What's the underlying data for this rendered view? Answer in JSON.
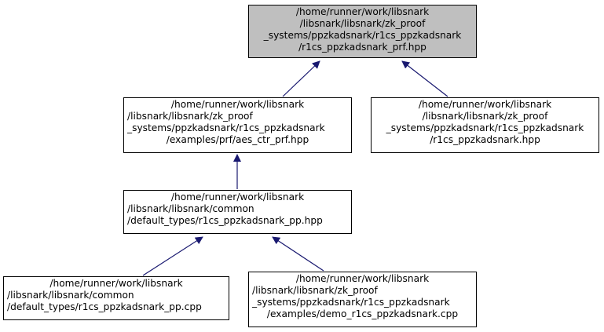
{
  "diagram": {
    "type": "include-dependency-graph",
    "edge_color": "#191970",
    "root_fill": "#bfbfbf",
    "nodes": [
      {
        "id": "prf_hpp",
        "lines": [
          "/home/runner/work/libsnark",
          "/libsnark/libsnark/zk_proof",
          "_systems/ppzkadsnark/r1cs_ppzkadsnark",
          "/r1cs_ppzkadsnark_prf.hpp"
        ],
        "highlighted": true
      },
      {
        "id": "aes_ctr_prf_hpp",
        "lines": [
          "/home/runner/work/libsnark",
          "/libsnark/libsnark/zk_proof",
          "_systems/ppzkadsnark/r1cs_ppzkadsnark",
          "/examples/prf/aes_ctr_prf.hpp"
        ],
        "highlighted": false
      },
      {
        "id": "r1cs_ppzkadsnark_hpp",
        "lines": [
          "/home/runner/work/libsnark",
          "/libsnark/libsnark/zk_proof",
          "_systems/ppzkadsnark/r1cs_ppzkadsnark",
          "/r1cs_ppzkadsnark.hpp"
        ],
        "highlighted": false
      },
      {
        "id": "pp_hpp",
        "lines": [
          "/home/runner/work/libsnark",
          "/libsnark/libsnark/common",
          "/default_types/r1cs_ppzkadsnark_pp.hpp"
        ],
        "highlighted": false
      },
      {
        "id": "pp_cpp",
        "lines": [
          "/home/runner/work/libsnark",
          "/libsnark/libsnark/common",
          "/default_types/r1cs_ppzkadsnark_pp.cpp"
        ],
        "highlighted": false
      },
      {
        "id": "demo_cpp",
        "lines": [
          "/home/runner/work/libsnark",
          "/libsnark/libsnark/zk_proof",
          "_systems/ppzkadsnark/r1cs_ppzkadsnark",
          "/examples/demo_r1cs_ppzkadsnark.cpp"
        ],
        "highlighted": false
      }
    ],
    "edges": [
      {
        "from": "aes_ctr_prf_hpp",
        "to": "prf_hpp"
      },
      {
        "from": "r1cs_ppzkadsnark_hpp",
        "to": "prf_hpp"
      },
      {
        "from": "pp_hpp",
        "to": "aes_ctr_prf_hpp"
      },
      {
        "from": "pp_cpp",
        "to": "pp_hpp"
      },
      {
        "from": "demo_cpp",
        "to": "pp_hpp"
      }
    ]
  }
}
